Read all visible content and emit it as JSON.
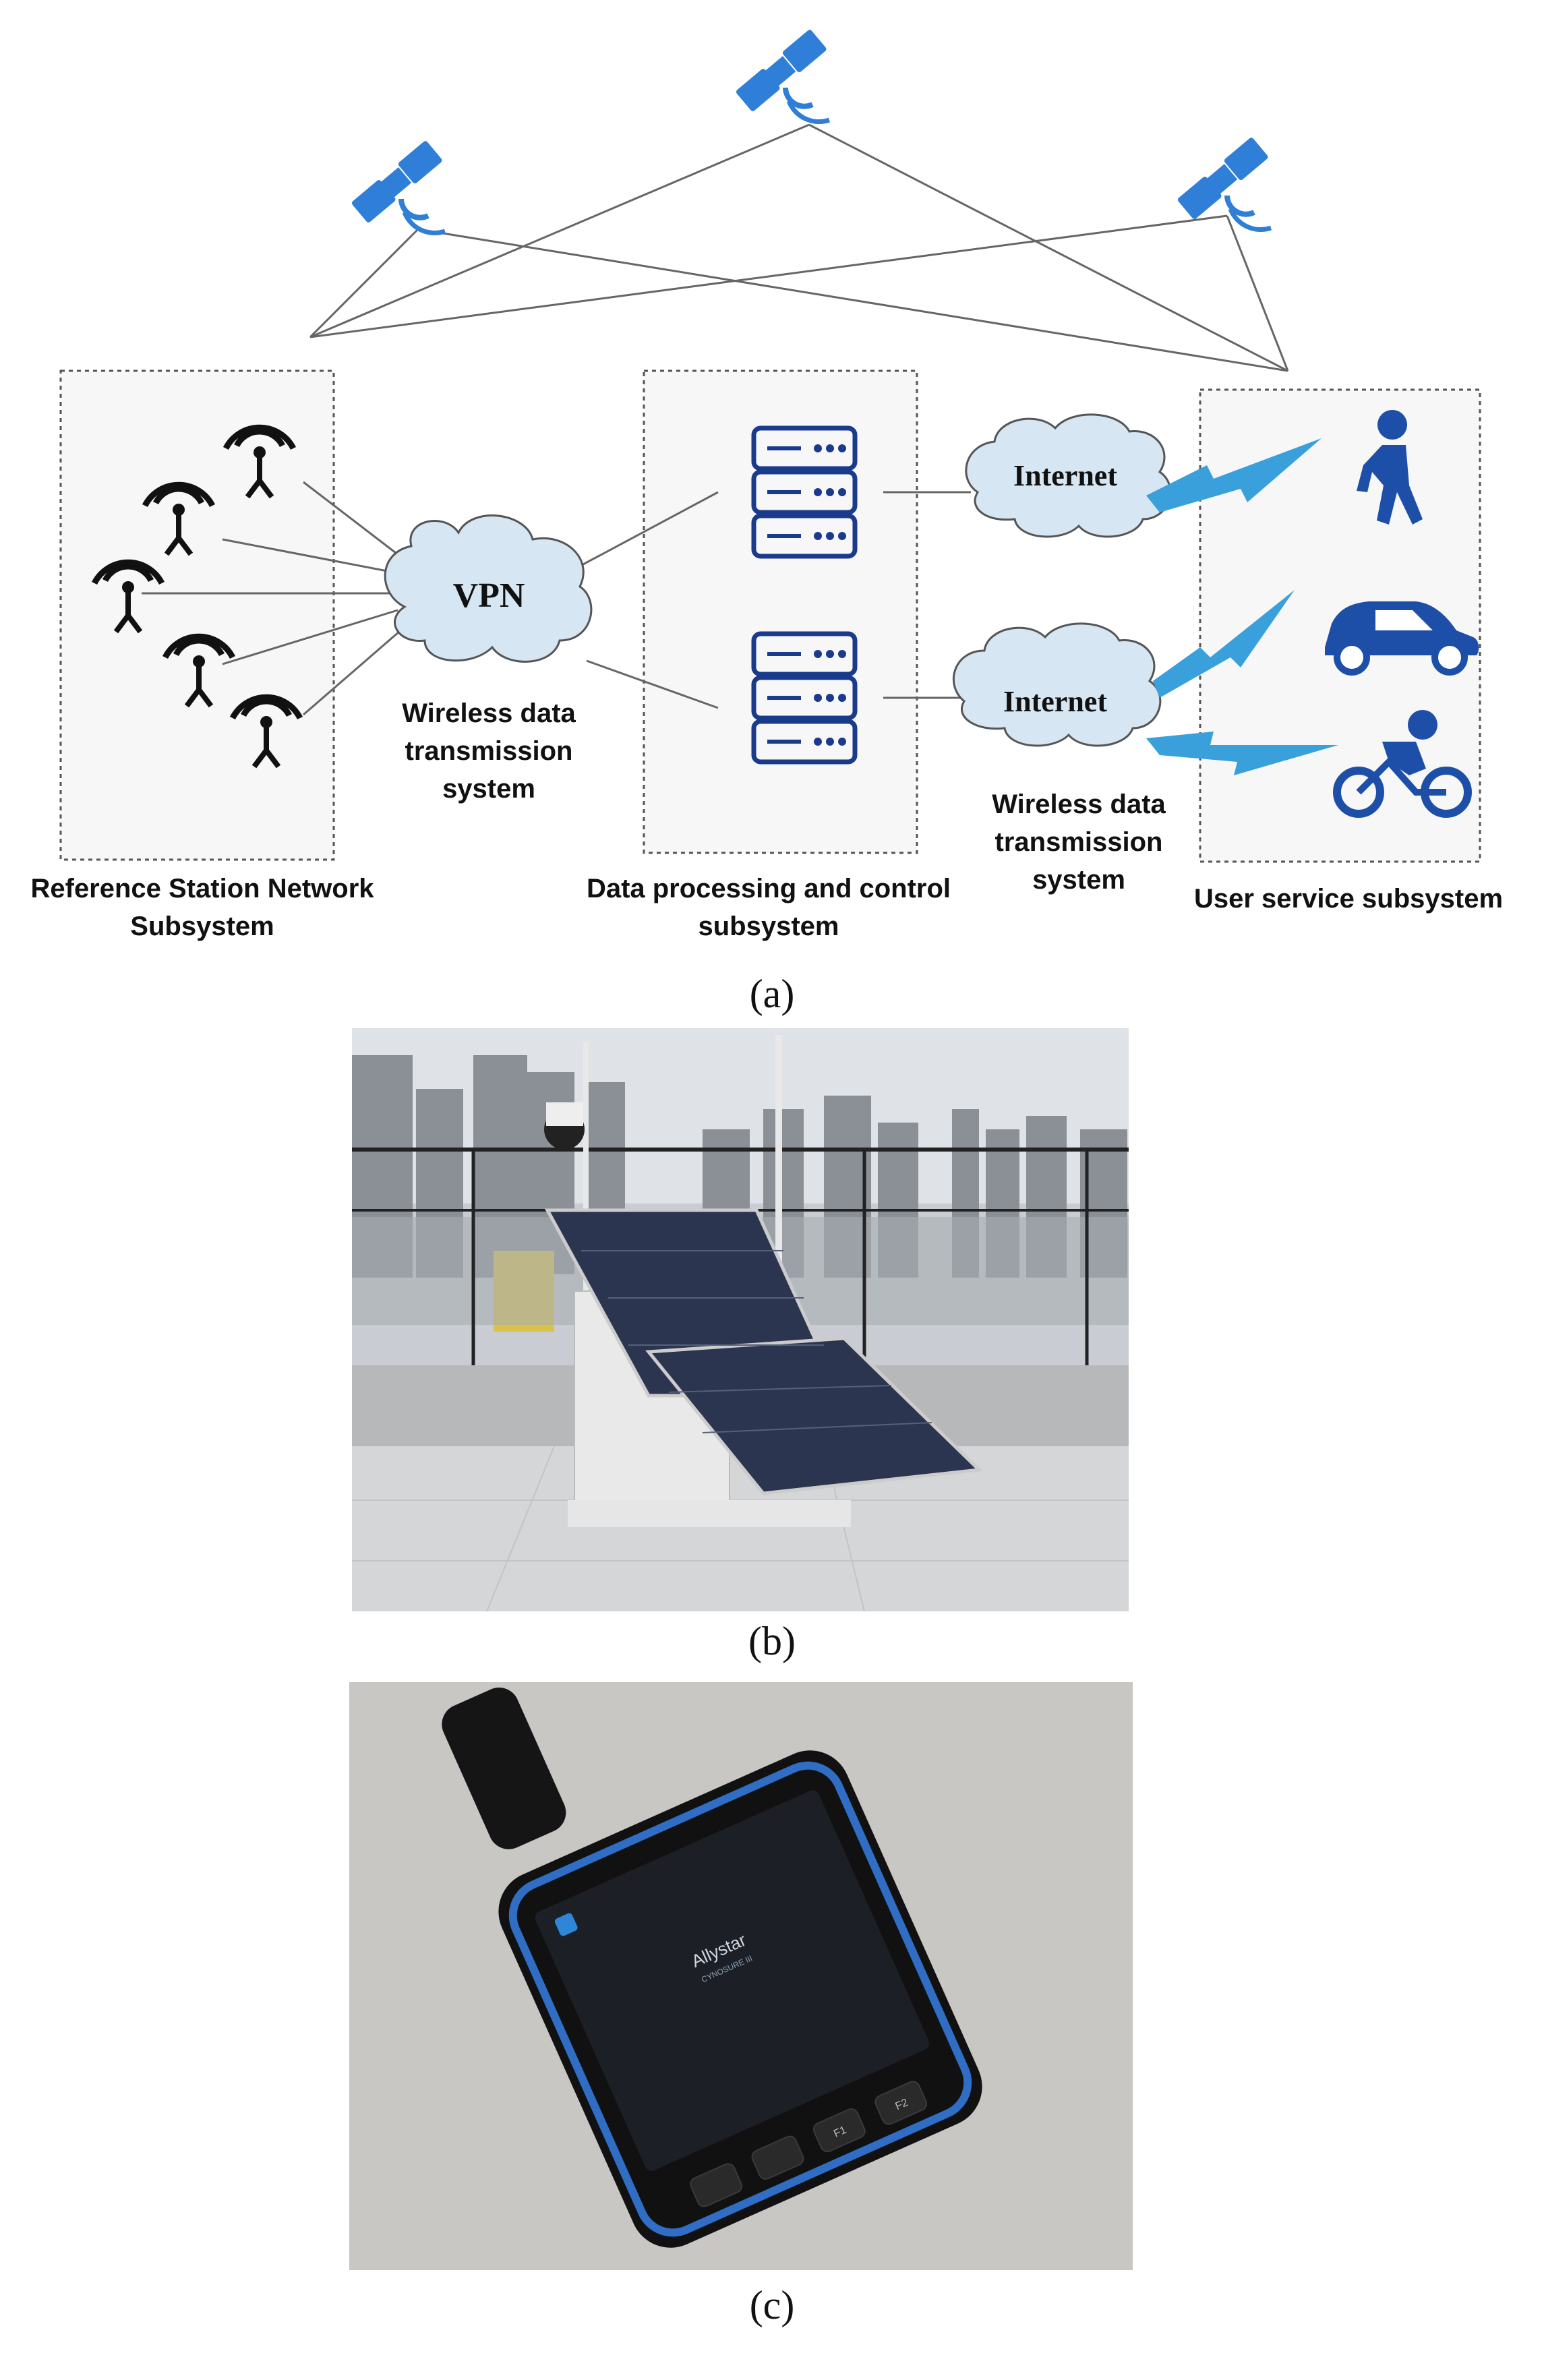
{
  "diagram": {
    "vpn_label": "VPN",
    "internet_top_label": "Internet",
    "internet_bottom_label": "Internet",
    "wireless_left_label": "Wireless data\ntransmission\nsystem",
    "wireless_right_label": "Wireless data\ntransmission\nsystem",
    "reference_label": "Reference Station Network\nSubsystem",
    "processing_label": "Data processing and control\nsubsystem",
    "user_label": "User service subsystem",
    "colors": {
      "icon_blue": "#1f5fbf",
      "satellite_blue": "#2f7fd8",
      "cloud_fill": "#d6e6f3",
      "server_blue": "#1a3a8c",
      "lightning_blue": "#3aa0dc",
      "user_icon_blue": "#1e4fa8"
    }
  },
  "captions": {
    "a": "(a)",
    "b": "(b)",
    "c": "(c)"
  },
  "photo_c": {
    "screen_brand": "Allystar",
    "screen_subtitle": "CYNOSURE III"
  },
  "device_buttons": [
    "F1",
    "F2"
  ]
}
